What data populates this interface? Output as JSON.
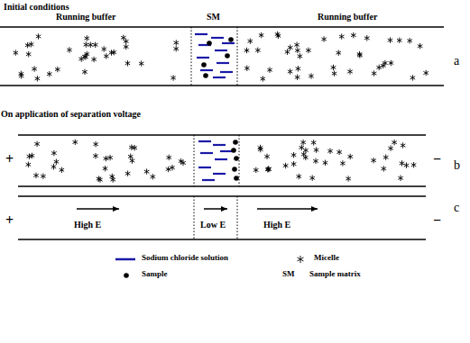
{
  "diagram": {
    "labels": [
      "Initial conditions",
      "Running buffer",
      "SM",
      "Running buffer",
      "a",
      "On application of separation voltage",
      "+",
      "−",
      "b",
      "+",
      "High E",
      "Low E",
      "High E",
      "−",
      "c",
      "SM"
    ],
    "legend": [
      {
        "text": "Sodium chloride solution"
      },
      {
        "text": "Micelle"
      },
      {
        "text": "Sample"
      },
      {
        "text": "Sample matrix"
      }
    ]
  }
}
